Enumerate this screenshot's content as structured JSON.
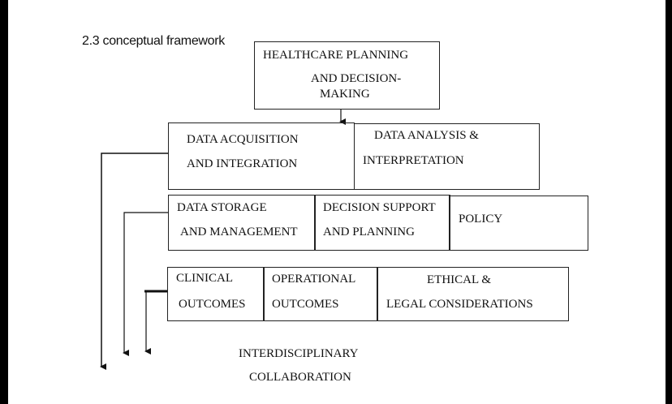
{
  "heading": "2.3 conceptual framework",
  "nodes": {
    "planning": {
      "line1": "HEALTHCARE PLANNING",
      "line2": "AND DECISION-",
      "line3": "MAKING"
    },
    "acquisition": {
      "line1": "DATA ACQUISITION",
      "line2": "AND INTEGRATION"
    },
    "analysis": {
      "line1": "DATA ANALYSIS &",
      "line2": "INTERPRETATION"
    },
    "storage": {
      "line1": "DATA STORAGE",
      "line2": "AND MANAGEMENT"
    },
    "decision_support": {
      "line1": "DECISION SUPPORT",
      "line2": "AND PLANNING"
    },
    "policy": {
      "line1": "POLICY"
    },
    "clinical": {
      "line1": "CLINICAL",
      "line2": "OUTCOMES"
    },
    "operational": {
      "line1": "OPERATIONAL",
      "line2": "OUTCOMES"
    },
    "ethical": {
      "line1": "ETHICAL &",
      "line2": "LEGAL CONSIDERATIONS"
    },
    "interdisciplinary": {
      "line1": "INTERDISCIPLINARY",
      "line2": "COLLABORATION"
    }
  }
}
